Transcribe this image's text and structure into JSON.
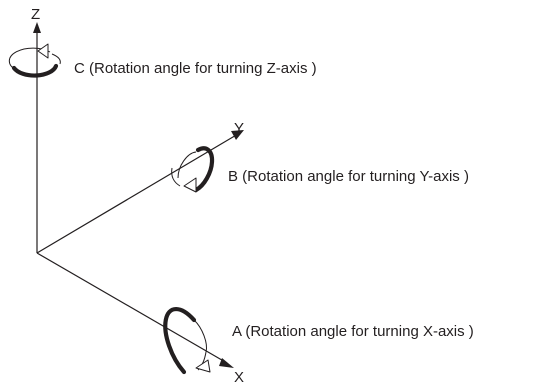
{
  "axes": {
    "z": {
      "letter": "Z"
    },
    "y": {
      "letter": "Y"
    },
    "x": {
      "letter": "X"
    }
  },
  "rotations": {
    "c": {
      "label": "C (Rotation angle for turning Z-axis )"
    },
    "b": {
      "label": "B (Rotation angle for turning Y-axis )"
    },
    "a": {
      "label": "A (Rotation angle for turning X-axis )"
    }
  }
}
